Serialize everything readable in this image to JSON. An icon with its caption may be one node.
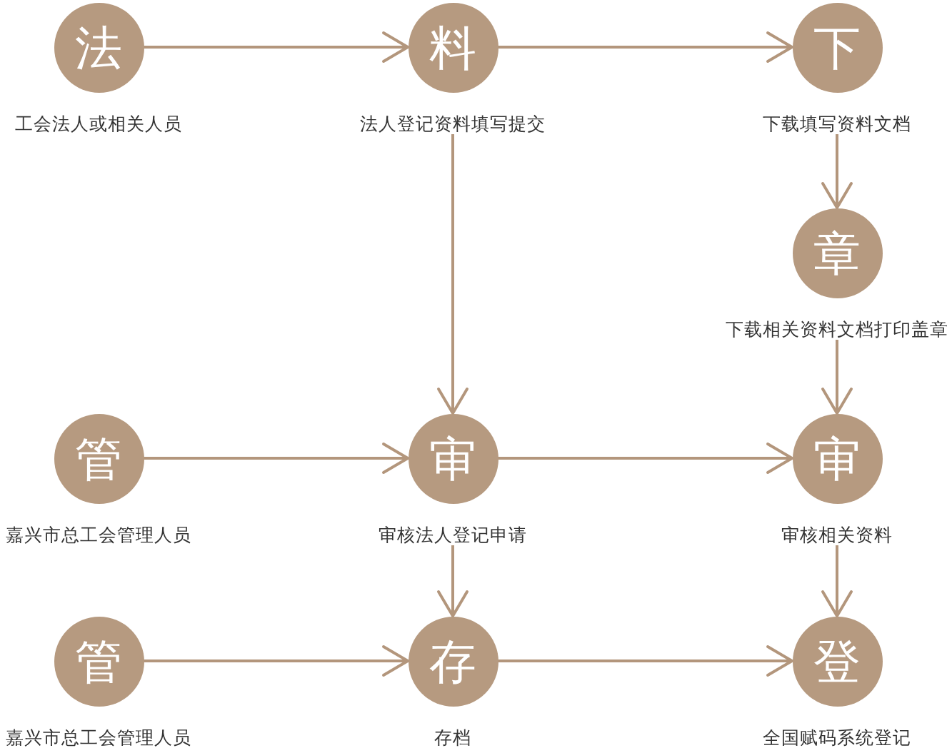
{
  "diagram": {
    "nodes": [
      {
        "text": [
          "法"
        ],
        "beside": [
          "工会法人或相关人员"
        ]
      },
      {
        "text": [
          "料"
        ],
        "beside": [
          "法人登记资料填写提交"
        ]
      },
      {
        "text": [
          "下"
        ],
        "beside": [
          "下载填写资料文档"
        ]
      },
      {
        "text": [
          "章"
        ],
        "beside": [
          "下载相关资料文档打印盖章"
        ]
      },
      {
        "text": [
          "管"
        ],
        "beside": [
          "嘉兴市总工会管理人员"
        ]
      },
      {
        "text": [
          "审"
        ],
        "beside": [
          "审核法人登记申请"
        ]
      },
      {
        "text": [
          "审"
        ],
        "beside": [
          "审核相关资料"
        ]
      },
      {
        "text": [
          "管"
        ],
        "beside": [
          "嘉兴市总工会管理人员"
        ]
      },
      {
        "text": [
          "存"
        ],
        "beside": [
          "存档"
        ]
      },
      {
        "text": [
          "登"
        ],
        "beside": [
          "全国赋码系统登记"
        ]
      }
    ],
    "edges": [
      {
        "from": 0,
        "to": 1,
        "arrow": "to"
      },
      {
        "from": 1,
        "to": 2,
        "arrow": "to"
      },
      {
        "from": 2,
        "to": 3,
        "arrow": "to"
      },
      {
        "from": 1,
        "to": 5,
        "arrow": "to"
      },
      {
        "from": 3,
        "to": 6,
        "arrow": "to"
      },
      {
        "from": 4,
        "to": 5,
        "arrow": "to"
      },
      {
        "from": 5,
        "to": 6,
        "arrow": "to"
      },
      {
        "from": 5,
        "to": 8,
        "arrow": "to"
      },
      {
        "from": 6,
        "to": 9,
        "arrow": "to"
      },
      {
        "from": 7,
        "to": 8,
        "arrow": "to"
      },
      {
        "from": 8,
        "to": 9,
        "arrow": "to"
      }
    ]
  }
}
